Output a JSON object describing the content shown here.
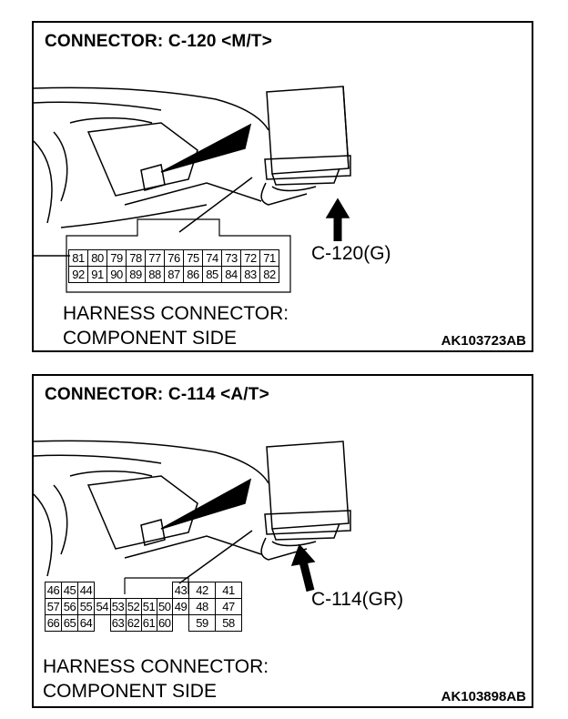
{
  "panel1": {
    "title": "CONNECTOR: C-120 <M/T>",
    "pointer_label": "C-120(G)",
    "caption_line1": "HARNESS CONNECTOR:",
    "caption_line2": "COMPONENT SIDE",
    "code": "AK103723AB",
    "rows": [
      [
        "81",
        "80",
        "79",
        "78",
        "77",
        "76",
        "75",
        "74",
        "73",
        "72",
        "71"
      ],
      [
        "92",
        "91",
        "90",
        "89",
        "88",
        "87",
        "86",
        "85",
        "84",
        "83",
        "82"
      ]
    ]
  },
  "panel2": {
    "title": "CONNECTOR: C-114 <A/T>",
    "pointer_label": "C-114(GR)",
    "caption_line1": "HARNESS CONNECTOR:",
    "caption_line2": "COMPONENT SIDE",
    "code": "AK103898AB",
    "rows": [
      [
        "46",
        "45",
        "44",
        "",
        "",
        "",
        "",
        "",
        "43",
        "42",
        "41"
      ],
      [
        "57",
        "56",
        "55",
        "54",
        "53",
        "52",
        "51",
        "50",
        "49",
        "48",
        "47"
      ],
      [
        "66",
        "65",
        "64",
        "",
        "63",
        "62",
        "61",
        "60",
        "",
        "59",
        "58"
      ]
    ]
  }
}
